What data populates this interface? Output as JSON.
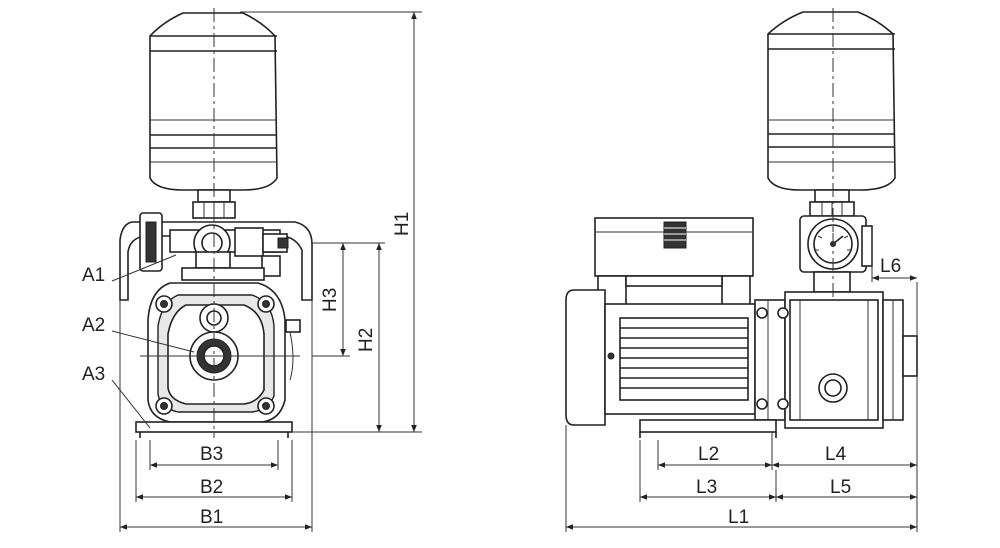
{
  "labels": {
    "a1": "A1",
    "a2": "A2",
    "a3": "A3",
    "b1": "B1",
    "b2": "B2",
    "b3": "B3",
    "h1": "H1",
    "h2": "H2",
    "h3": "H3",
    "l1": "L1",
    "l2": "L2",
    "l3": "L3",
    "l4": "L4",
    "l5": "L5",
    "l6": "L6"
  }
}
